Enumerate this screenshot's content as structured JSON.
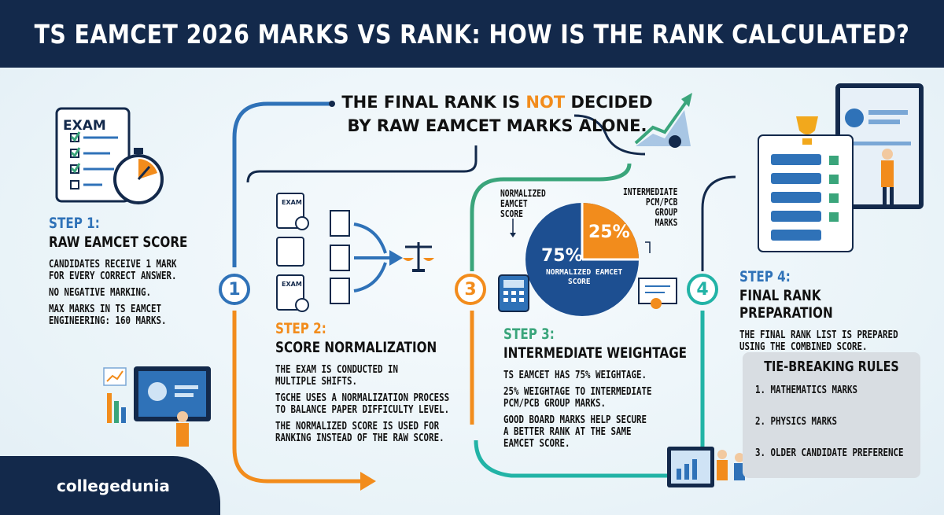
{
  "title": "TS EAMCET 2026 MARKS VS RANK: HOW IS THE RANK CALCULATED?",
  "center_message": {
    "line1_pre": "THE FINAL RANK IS ",
    "line1_emph": "NOT",
    "line1_post": " DECIDED",
    "line2": "BY RAW EAMCET MARKS ALONE."
  },
  "step1": {
    "label": "STEP 1:",
    "title": "RAW EAMCET SCORE",
    "points": [
      "CANDIDATES RECEIVE 1 MARK",
      "FOR EVERY CORRECT ANSWER.",
      "NO NEGATIVE MARKING.",
      "MAX MARKS IN TS EAMCET",
      "ENGINEERING: 160 MARKS."
    ],
    "icon_text": "EXAM"
  },
  "step2": {
    "label": "STEP 2:",
    "title": "SCORE NORMALIZATION",
    "points": [
      "THE EXAM IS CONDUCTED IN",
      "MULTIPLE SHIFTS.",
      "TGCHE USES A NORMALIZATION PROCESS",
      "TO BALANCE PAPER DIFFICULTY LEVEL.",
      "THE NORMALIZED SCORE IS USED FOR",
      "RANKING INSTEAD OF THE RAW SCORE."
    ],
    "icon_text": "EXAM"
  },
  "step3": {
    "label": "STEP 3:",
    "title": "INTERMEDIATE WEIGHTAGE",
    "points": [
      "TS EAMCET HAS 75% WEIGHTAGE.",
      "25% WEIGHTAGE TO INTERMEDIATE",
      "PCM/PCB GROUP MARKS.",
      "GOOD BOARD MARKS HELP SECURE",
      "A BETTER RANK AT THE SAME",
      "EAMCET SCORE."
    ]
  },
  "step4": {
    "label": "STEP 4:",
    "title": "FINAL RANK PREPARATION",
    "points": [
      "THE FINAL RANK LIST IS PREPARED",
      "USING THE COMBINED SCORE."
    ]
  },
  "numbers": [
    "1",
    "3",
    "4"
  ],
  "donut": {
    "big_value": "75%",
    "big_label_1": "NORMALIZED EAMCET",
    "big_label_2": "SCORE",
    "small_value": "25%",
    "left_label": [
      "NORMALIZED",
      "EAMCET",
      "SCORE"
    ],
    "right_label": [
      "INTERMEDIATE",
      "PCM/PCB",
      "GROUP",
      "MARKS"
    ],
    "segments": [
      {
        "name": "Normalized EAMCET score",
        "value": 75,
        "color": "#1d4f91"
      },
      {
        "name": "Intermediate PCM/PCB group marks",
        "value": 25,
        "color": "#f28c1c"
      }
    ]
  },
  "tie_breaking": {
    "title": "TIE-BREAKING RULES",
    "rules": [
      "1. MATHEMATICS MARKS",
      "2. PHYSICS MARKS",
      "3. OLDER CANDIDATE PREFERENCE"
    ]
  },
  "brand": {
    "name": "collegedunia"
  },
  "colors": {
    "navy": "#13294b",
    "blue": "#2f72b8",
    "orange": "#f28c1c",
    "green": "#3aa57b",
    "teal": "#22b3a6"
  }
}
